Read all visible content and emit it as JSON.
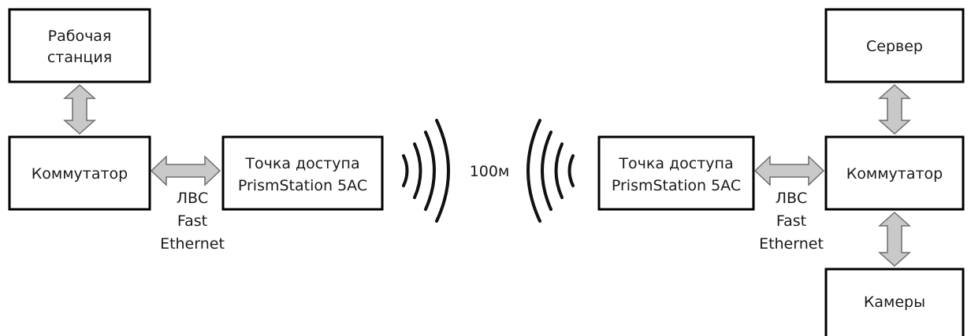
{
  "left": {
    "workstation": [
      "Рабочая",
      "станция"
    ],
    "switch": [
      "Коммутатор"
    ],
    "access_point": [
      "Точка доступа",
      "PrismStation 5AC"
    ],
    "lan_caption": [
      "ЛВС",
      "Fast",
      "Ethernet"
    ]
  },
  "link": {
    "distance": "100м"
  },
  "right": {
    "access_point": [
      "Точка доступа",
      "PrismStation 5AC"
    ],
    "server": [
      "Сервер"
    ],
    "switch": [
      "Коммутатор"
    ],
    "cameras": [
      "Камеры"
    ],
    "lan_caption": [
      "ЛВС",
      "Fast",
      "Ethernet"
    ]
  }
}
